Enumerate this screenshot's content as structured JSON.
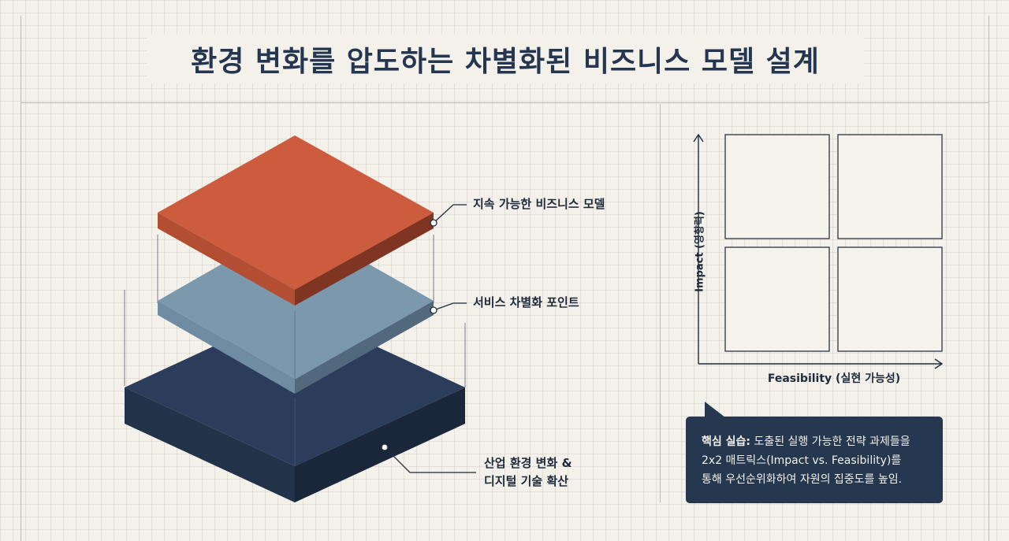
{
  "title": "환경 변화를 압도하는 차별화된 비즈니스 모델 설계",
  "layers": {
    "top": {
      "label": "지속 가능한 비즈니스 모델",
      "color": "#c95b3d"
    },
    "middle": {
      "label": "서비스 차별화 포인트",
      "color": "#7896ab"
    },
    "bottom": {
      "label_line1": "산업 환경 변화 &",
      "label_line2": "디지털 기술 확산",
      "color": "#26384f"
    }
  },
  "matrix": {
    "y_axis_label": "Impact (영향력)",
    "x_axis_label": "Feasibility (실현 가능성)",
    "rows": 2,
    "cols": 2
  },
  "callout": {
    "heading": "핵심 실습:",
    "line1": "도출된 실행 가능한 전략 과제들을",
    "line2": "2x2 매트릭스(Impact vs. Feasibility)를",
    "line3": "통해 우선순위화하여 자원의 집중도를 높임."
  }
}
